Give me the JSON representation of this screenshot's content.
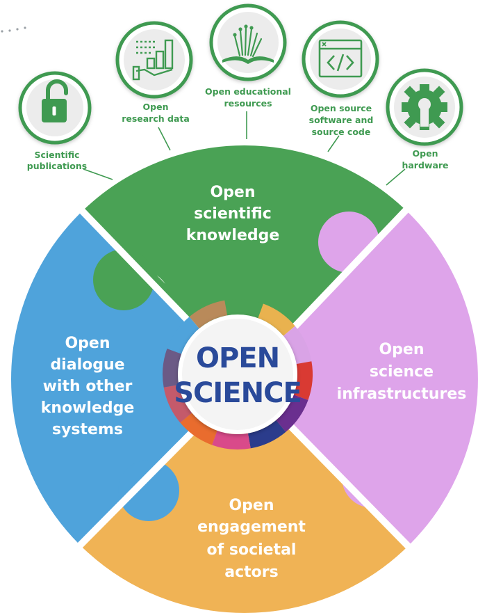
{
  "center": {
    "line1": "OPEN",
    "line2": "SCIENCE"
  },
  "segments": {
    "knowledge": {
      "lines": [
        "Open",
        "scientific",
        "knowledge"
      ],
      "color": "#4aa255"
    },
    "infrastructures": {
      "lines": [
        "Open",
        "science",
        "infrastructures"
      ],
      "color": "#dea4ea"
    },
    "engagement": {
      "lines": [
        "Open",
        "engagement",
        "of societal",
        "actors"
      ],
      "color": "#f0b355"
    },
    "dialogue": {
      "lines": [
        "Open",
        "dialogue",
        "with other",
        "knowledge",
        "systems"
      ],
      "color": "#4fa3db"
    }
  },
  "pillars": [
    {
      "icon": "unlocked-padlock-icon",
      "lines": [
        "Scientific",
        "publications"
      ]
    },
    {
      "icon": "research-data-chart-icon",
      "lines": [
        "Open",
        "research data"
      ]
    },
    {
      "icon": "open-book-icon",
      "lines": [
        "Open educational",
        "resources"
      ]
    },
    {
      "icon": "source-code-window-icon",
      "lines": [
        "Open source",
        "software and",
        "source code"
      ]
    },
    {
      "icon": "gear-hardware-icon",
      "lines": [
        "Open",
        "hardware"
      ]
    }
  ],
  "colors": {
    "pillar_green": "#3f9a51",
    "center_text": "#2a4a9a"
  }
}
